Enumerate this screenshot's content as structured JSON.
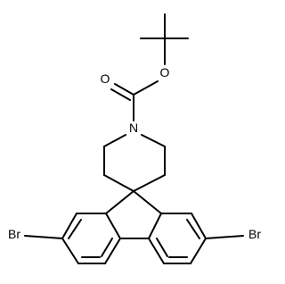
{
  "molecule": {
    "atoms": {
      "carbonyl_oxygen": "O",
      "ester_oxygen": "O",
      "nitrogen": "N",
      "bromine_left": "Br",
      "bromine_right": "Br"
    }
  }
}
